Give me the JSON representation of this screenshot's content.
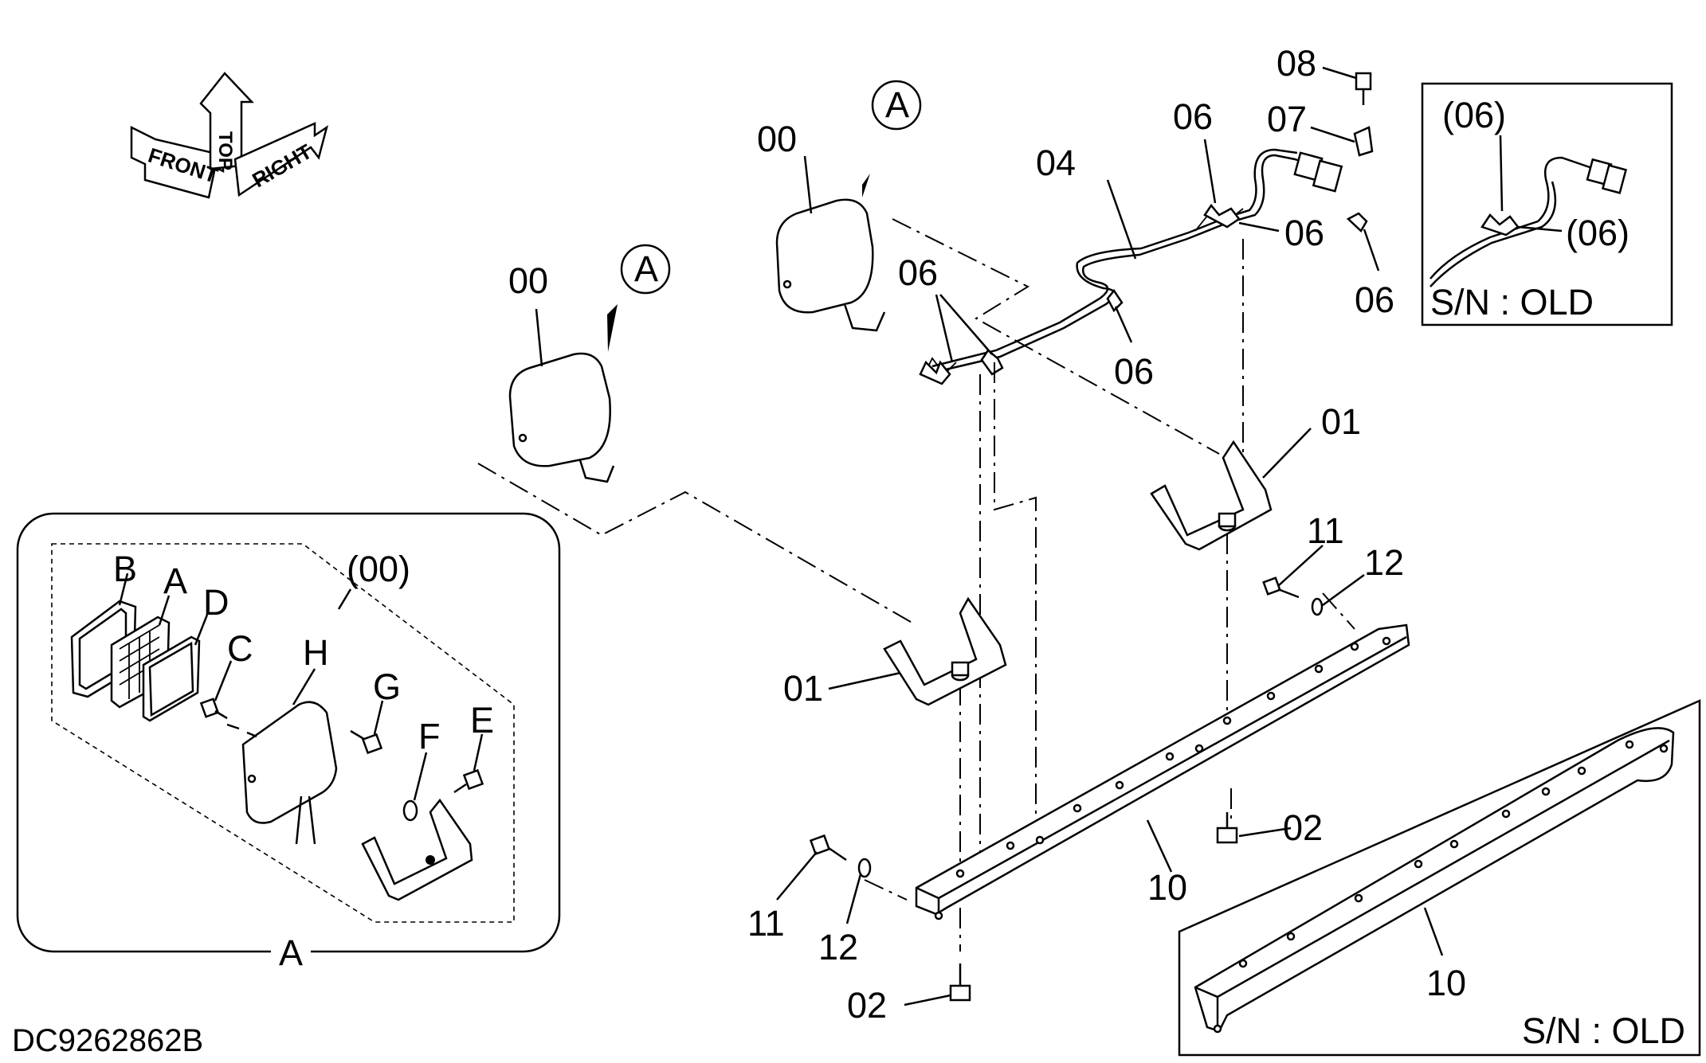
{
  "drawing_id": "DC9262862B",
  "orientation_arrows": {
    "front": "FRONT",
    "top": "TOP",
    "right": "RIGHT"
  },
  "callouts": {
    "lamp_left": "00",
    "lamp_right": "00",
    "view_a_marker_left": "A",
    "view_a_marker_right": "A",
    "harness": "04",
    "clamp_top": "06",
    "clamp_right_a": "06",
    "clamp_right_b": "06",
    "clamp_mid": "06",
    "clamp_left_group": "06",
    "connector_clip": "07",
    "bolt_top": "08",
    "bracket_left": "01",
    "bracket_right": "01",
    "bolt_upper_right": "11",
    "washer_upper_right": "12",
    "bolt_lower_left": "11",
    "washer_lower_left": "12",
    "nut_right": "02",
    "nut_bottom": "02",
    "rail": "10",
    "rail_old": "10"
  },
  "inset_old_harness": {
    "clamp_a": "(06)",
    "clamp_b": "(06)",
    "caption": "S/N : OLD"
  },
  "inset_old_rail": {
    "caption": "S/N : OLD"
  },
  "detail_a": {
    "group_label": "(00)",
    "view_label": "A",
    "parts": {
      "b": "B",
      "a": "A",
      "d": "D",
      "c": "C",
      "h": "H",
      "g": "G",
      "f": "F",
      "e": "E"
    }
  }
}
